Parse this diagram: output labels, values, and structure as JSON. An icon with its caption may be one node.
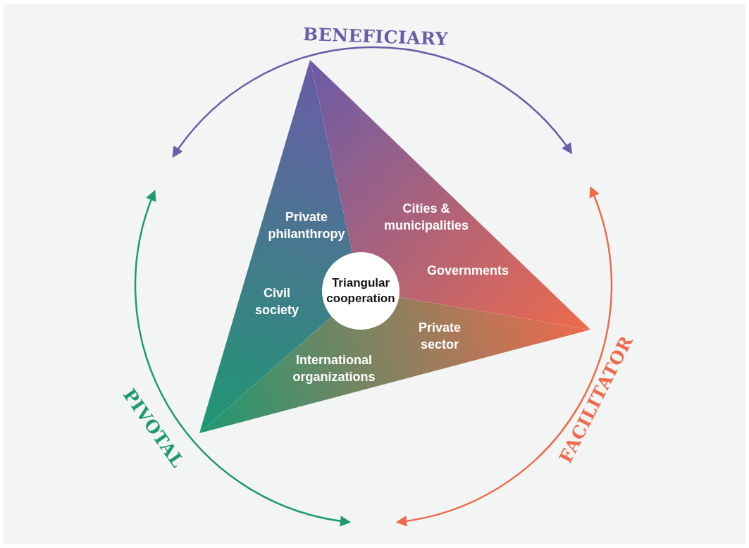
{
  "diagram": {
    "nodes": [
      {
        "text": [
          "Triangular cooperation"
        ]
      }
    ],
    "labels": [
      "BENEFICIARY",
      "Private philanthropy",
      "Cities & municipalities",
      "Governments",
      "Civil society",
      "Private sector",
      "International organizations",
      "PIVOTAL",
      "FACILITATOR"
    ]
  }
}
